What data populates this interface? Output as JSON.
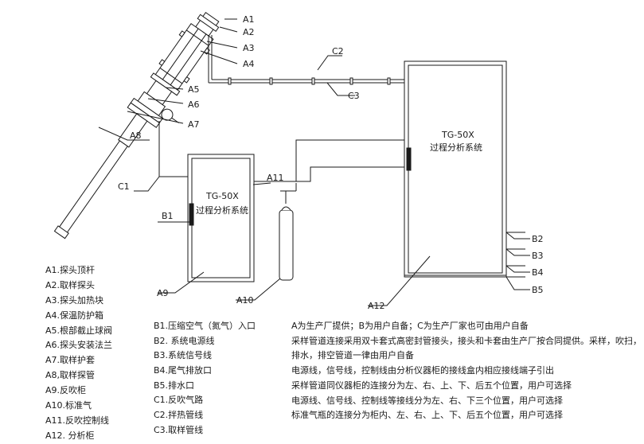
{
  "callouts": {
    "A1": "A1",
    "A2": "A2",
    "A3": "A3",
    "A4": "A4",
    "A5": "A5",
    "A6": "A6",
    "A7": "A7",
    "A8": "A8",
    "A9": "A9",
    "A10": "A10",
    "A11": "A11",
    "A12": "A12",
    "B1": "B1",
    "B2": "B2",
    "B3": "B3",
    "B4": "B4",
    "B5": "B5",
    "C1": "C1",
    "C2": "C2",
    "C3": "C3"
  },
  "small_cabinet": {
    "title": "TG-50X",
    "subtitle": "过程分析系统"
  },
  "large_cabinet": {
    "title": "TG-50X",
    "subtitle": "过程分析系统"
  },
  "legend_a": [
    "A1.探头顶杆",
    "A2.取样探头",
    "A3.探头加热块",
    "A4.保温防护箱",
    "A5.根部截止球阀",
    "A6.探头安装法兰",
    "A7.取样护套",
    "A8,取样探管",
    "A9.反吹柜",
    "A10.标准气",
    "A11.反吹控制线",
    "A12. 分析柜"
  ],
  "legend_bc": [
    "B1.压缩空气（氮气）入口",
    "B2. 系统电源线",
    "B3.系统信号线",
    "B4.尾气排放口",
    "B5.排水口",
    "C1.反吹气路",
    "C2.拌热管线",
    "C3.取样管线"
  ],
  "notes": [
    "A为生产厂提供；B为用户自备；C为生产厂家也可由用户自备",
    "采样管道连接采用双卡套式高密封管接头，接头和卡套由生产厂按合同提供。采样，吹扫，排水，排空管道一律由用户自备",
    "电源线，信号线，控制线由分析仪器柜的接线盒内相应接线端子引出",
    "采样管道同仪器柜的连接分为左、右、上、下、后五个位置，用户可选择",
    "电源线、信号线、控制线等接线分为左、右、下三个位置，用户可选择",
    "标准气瓶的连接分为柜内、左、右、上、下、后五个位置，用户可选择"
  ]
}
